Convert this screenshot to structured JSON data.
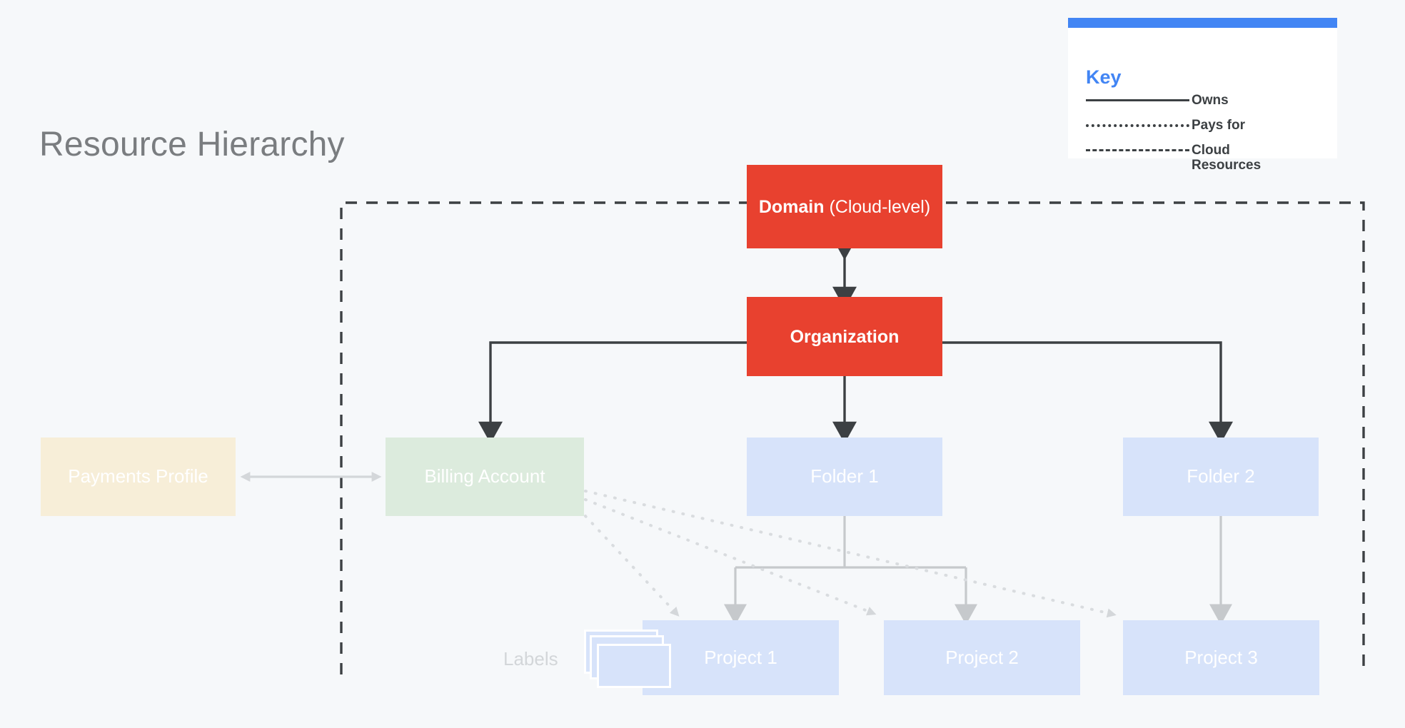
{
  "page": {
    "title": "Resource Hierarchy",
    "background_color": "#f6f8fa"
  },
  "legend": {
    "title": "Key",
    "accent_color": "#4285f4",
    "items": [
      {
        "style": "solid",
        "label": "Owns"
      },
      {
        "style": "dotted",
        "label": "Pays for"
      },
      {
        "style": "dashed",
        "label": "Cloud Resources"
      }
    ]
  },
  "nodes": {
    "domain": {
      "label_bold": "Domain",
      "label_rest": " (Cloud-level)",
      "color": "#e8412f"
    },
    "organization": {
      "label": "Organization",
      "color": "#e8412f"
    },
    "payments_profile": {
      "label": "Payments Profile",
      "color": "#f7eed8"
    },
    "billing_account": {
      "label": "Billing Account",
      "color": "#dcebdd"
    },
    "folder1": {
      "label": "Folder 1",
      "color": "#d7e3fa"
    },
    "folder2": {
      "label": "Folder 2",
      "color": "#d7e3fa"
    },
    "project1": {
      "label": "Project 1",
      "color": "#d7e3fa"
    },
    "project2": {
      "label": "Project 2",
      "color": "#d7e3fa"
    },
    "project3": {
      "label": "Project 3",
      "color": "#d7e3fa"
    },
    "labels": {
      "label": "Labels",
      "color": "#d7e3fa"
    }
  },
  "boundary": {
    "name": "Cloud Resources",
    "style": "dashed",
    "color": "#3c4043"
  }
}
